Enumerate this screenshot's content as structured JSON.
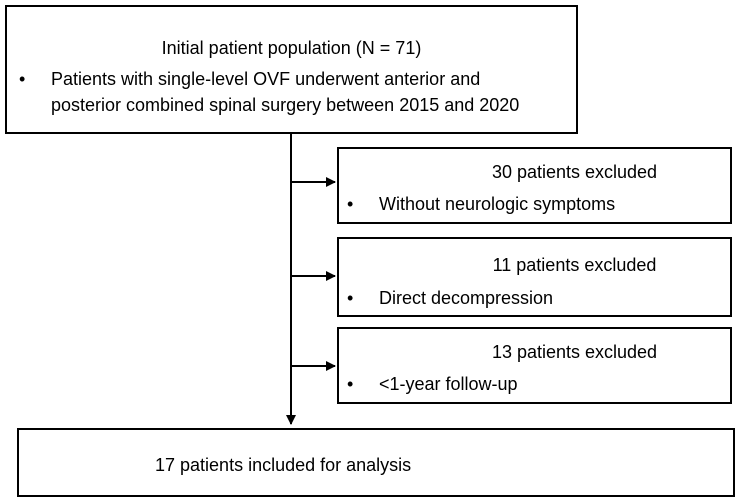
{
  "initial_box": {
    "title": "Initial patient population (N = 71)",
    "bullet": "•",
    "line1": "Patients with single-level OVF underwent anterior and",
    "line2": "posterior combined spinal surgery between 2015 and 2020"
  },
  "exclusions": [
    {
      "title": "30 patients excluded",
      "bullet": "•",
      "reason": "Without neurologic symptoms"
    },
    {
      "title": "11 patients excluded",
      "bullet": "•",
      "reason": "Direct decompression"
    },
    {
      "title": "13 patients excluded",
      "bullet": "•",
      "reason": "<1-year follow-up"
    }
  ],
  "final_box": {
    "title": "17 patients included for analysis"
  }
}
